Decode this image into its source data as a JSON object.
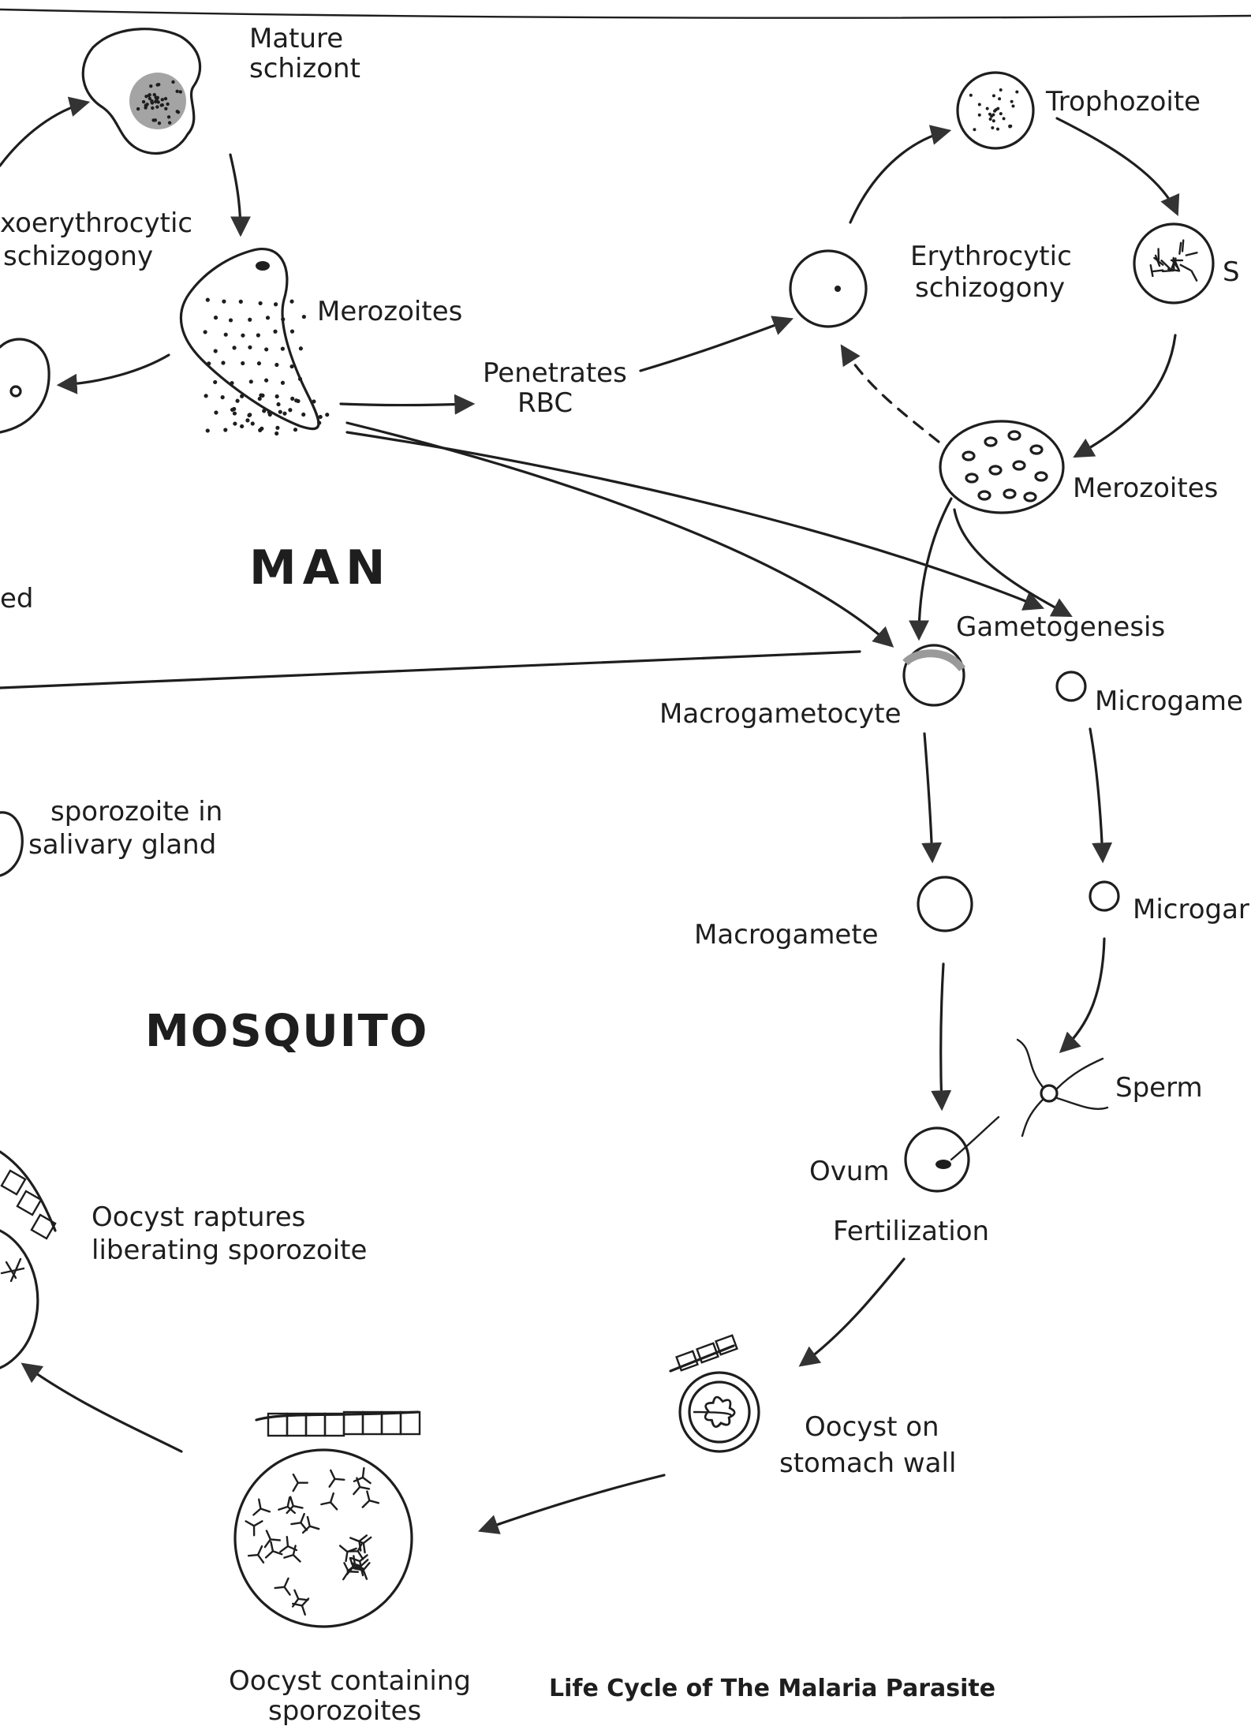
{
  "diagram": {
    "title": "Life Cycle of The Malaria Parasite",
    "hosts": {
      "man": "MAN",
      "mosquito": "MOSQUITO"
    },
    "labels": {
      "mature_schizont": [
        "Mature",
        "schizont"
      ],
      "exoerythrocytic": [
        "xoerythrocytic",
        "schizogony"
      ],
      "merozoites_left": "Merozoites",
      "penetrates_rbc": [
        "Penetrates",
        "RBC"
      ],
      "trophozoite": "Trophozoite",
      "erythrocytic": [
        "Erythrocytic",
        "schizogony"
      ],
      "schizont_right": "S",
      "merozoites_right": "Merozoites",
      "gametogenesis": "Gametogenesis",
      "partial_ed": "ed",
      "macrogametocyte": "Macrogametocyte",
      "microgametocyte": "Microgame",
      "sporozoite_salivary": [
        "sporozoite in",
        "salivary gland"
      ],
      "macrogamete": "Macrogamete",
      "microgamete": "Microgar",
      "sperm": "Sperm",
      "ovum": "Ovum",
      "fertilization": "Fertilization",
      "oocyst_ruptures": [
        "Oocyst raptures",
        "liberating sporozoite"
      ],
      "oocyst_stomach": [
        "Oocyst on",
        "stomach wall"
      ],
      "oocyst_containing": [
        "Oocyst containing",
        "sporozoites"
      ]
    },
    "colors": {
      "ink": "#1e1e1e",
      "paper": "#ffffff",
      "arrow": "#333333"
    }
  }
}
